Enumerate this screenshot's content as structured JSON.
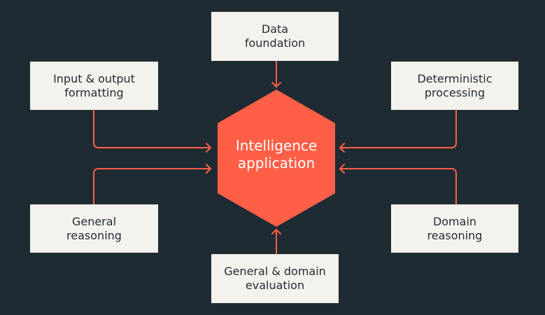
{
  "center": {
    "label": "Intelligence\napplication",
    "color": "#ff5f46"
  },
  "nodes": {
    "data_foundation": {
      "label": "Data\nfoundation"
    },
    "io_formatting": {
      "label": "Input & output\nformatting"
    },
    "deterministic_processing": {
      "label": "Deterministic\nprocessing"
    },
    "general_reasoning": {
      "label": "General\nreasoning"
    },
    "domain_reasoning": {
      "label": "Domain\nreasoning"
    },
    "evaluation": {
      "label": "General & domain\nevaluation"
    }
  },
  "colors": {
    "background": "#1f2b33",
    "box": "#f4f2ec",
    "arrow": "#ff5f46",
    "box_text": "#1f2b33",
    "center_text": "#ffffff"
  }
}
